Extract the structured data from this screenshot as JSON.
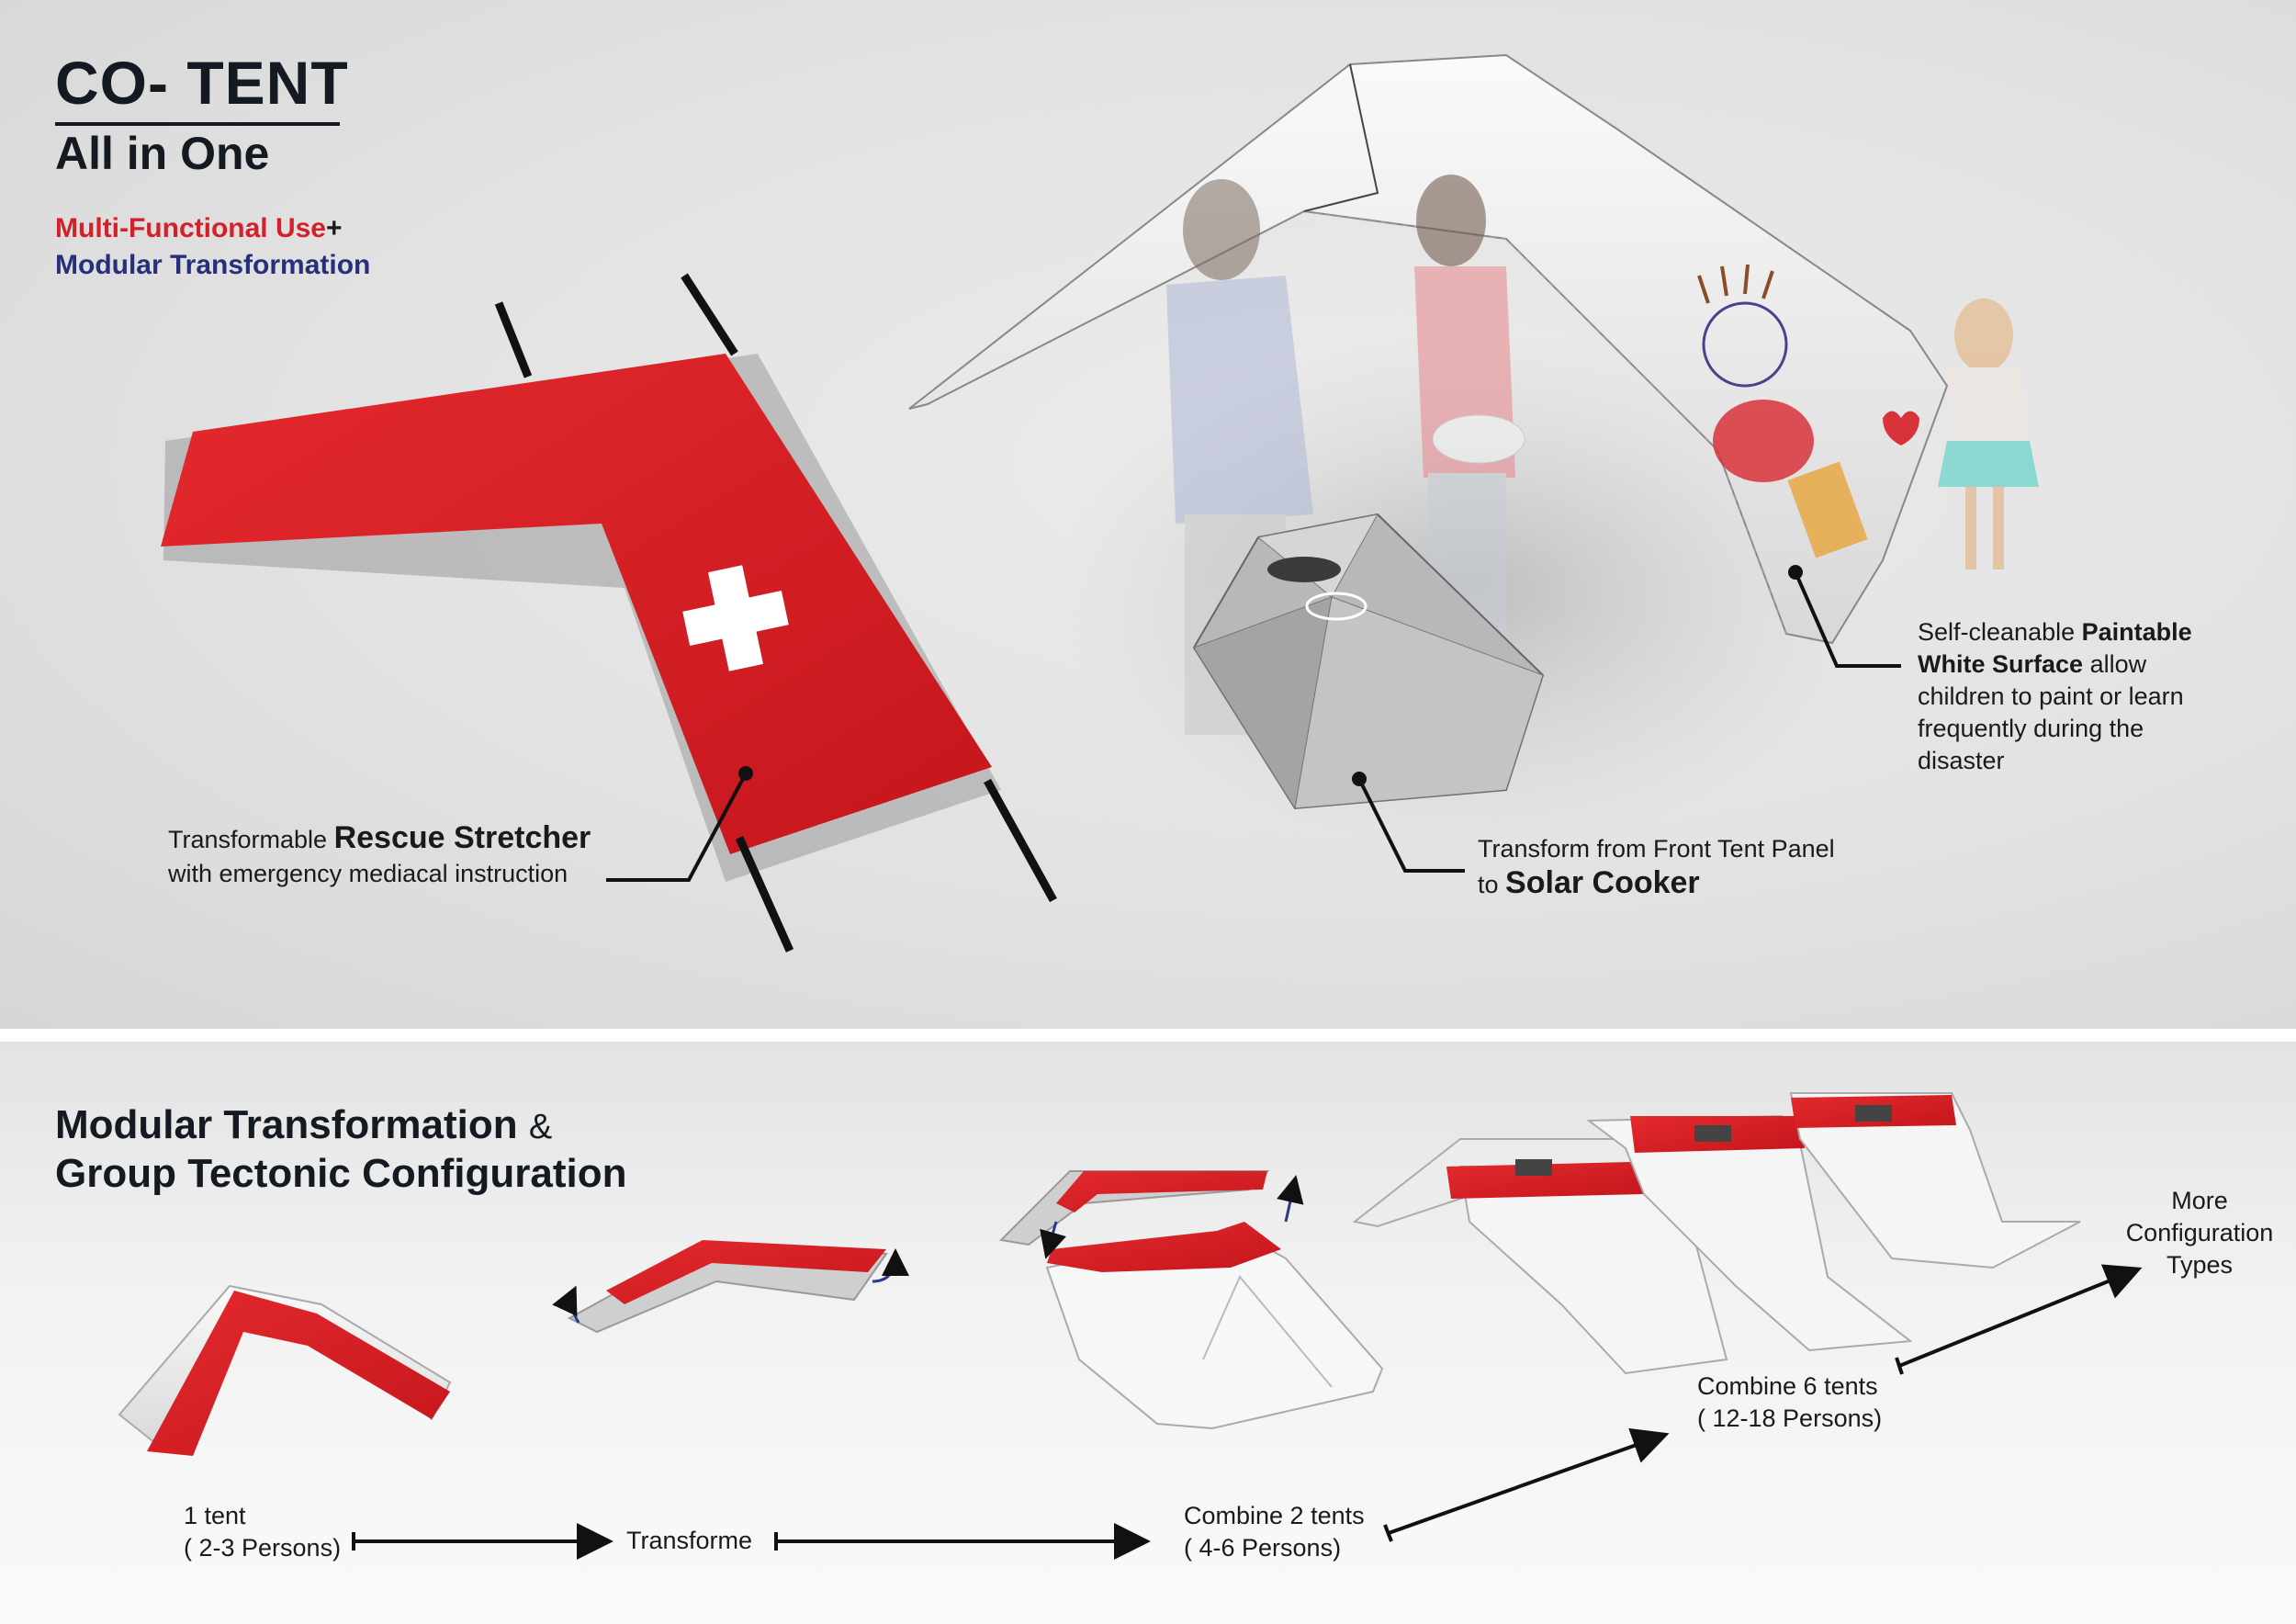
{
  "header": {
    "title": "CO- TENT",
    "subtitle": "All in One",
    "tag_multi": "Multi-Functional Use",
    "tag_plus": "+",
    "tag_modular": "Modular Transformation"
  },
  "callouts": {
    "stretcher": {
      "prefix": "Transformable",
      "bold": "Rescue Stretcher",
      "line2": "with emergency mediacal instruction"
    },
    "cooker": {
      "line1": "Transform from Front Tent Panel",
      "prefix": "to",
      "bold": "Solar Cooker"
    },
    "paintable": {
      "line1_prefix": "Self-cleanable",
      "line1_bold": "Paintable",
      "line2_bold": "White Surface",
      "line2_suffix": "allow",
      "line3": "children to paint or learn",
      "line4": "frequently during the",
      "line5": "disaster"
    }
  },
  "modular": {
    "heading_line1": "Modular Transformation",
    "heading_amp": "&",
    "heading_line2": "Group Tectonic Configuration",
    "steps": {
      "one_tent": {
        "line1": "1 tent",
        "line2": "( 2-3 Persons)"
      },
      "transform": {
        "label": "Transforme"
      },
      "two_tents": {
        "line1": "Combine 2 tents",
        "line2": "( 4-6 Persons)"
      },
      "six_tents": {
        "line1": "Combine 6 tents",
        "line2": "( 12-18 Persons)"
      },
      "more": {
        "line1": "More",
        "line2": "Configuration",
        "line3": "Types"
      }
    }
  },
  "colors": {
    "brand_red": "#d3202a",
    "brand_navy": "#26307a",
    "tent_white": "#f4f4f4",
    "background_gray": "#e2e2e2"
  }
}
